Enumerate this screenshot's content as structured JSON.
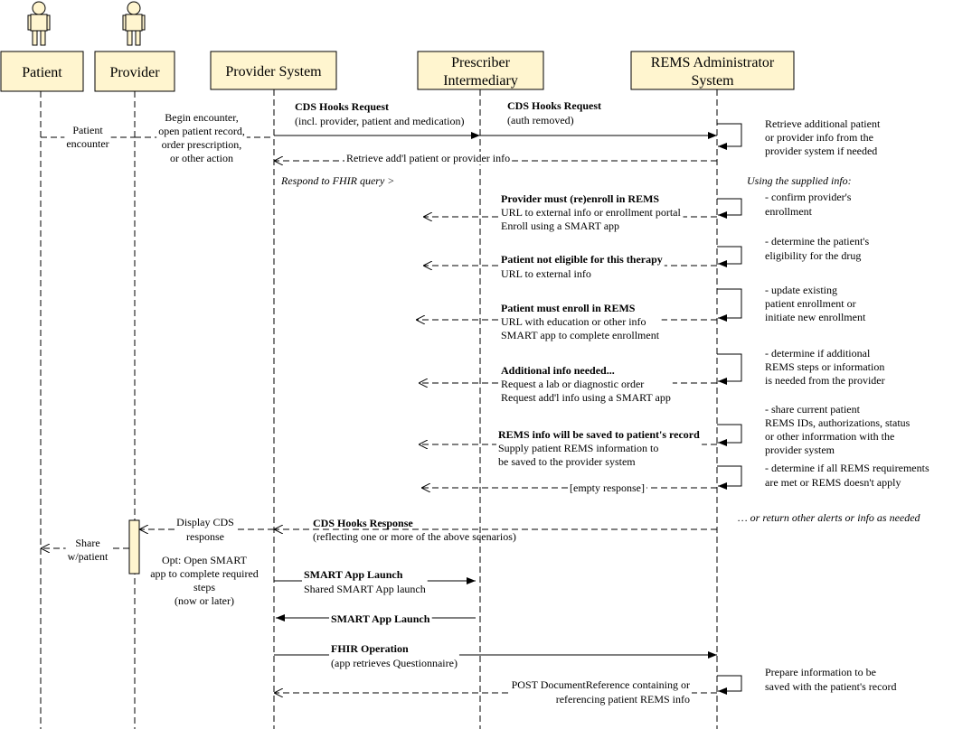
{
  "participants": [
    {
      "id": "patient",
      "label": [
        "Patient"
      ],
      "actor": true
    },
    {
      "id": "provider",
      "label": [
        "Provider"
      ],
      "actor": true
    },
    {
      "id": "provider_system",
      "label": [
        "Provider System"
      ],
      "actor": false
    },
    {
      "id": "intermediary",
      "label": [
        "Prescriber",
        "Intermediary"
      ],
      "actor": false
    },
    {
      "id": "rems",
      "label": [
        "REMS Administrator",
        "System"
      ],
      "actor": false
    }
  ],
  "messages": [
    {
      "id": "patient-encounter",
      "lines": [
        "Patient",
        "encounter"
      ]
    },
    {
      "id": "begin-encounter",
      "lines": [
        "Begin encounter,",
        "open patient record,",
        "order prescription,",
        "or other action"
      ]
    },
    {
      "id": "cds-request-1",
      "lines": [
        "CDS Hooks Request",
        "(incl. provider, patient and medication)"
      ]
    },
    {
      "id": "cds-request-2",
      "lines": [
        "CDS Hooks Request",
        "(auth removed)"
      ]
    },
    {
      "id": "retrieve-note",
      "lines": [
        "Retrieve additional patient",
        "or provider info from the",
        "provider system if needed"
      ]
    },
    {
      "id": "retrieve-addl",
      "lines": [
        "Retrieve add'l patient or provider info"
      ]
    },
    {
      "id": "respond-fhir",
      "lines": [
        "Respond to FHIR query >"
      ]
    },
    {
      "id": "using-info",
      "lines": [
        "Using the supplied info:"
      ]
    },
    {
      "id": "confirm-enroll",
      "lines": [
        "- confirm provider's",
        "enrollment"
      ]
    },
    {
      "id": "provider-enroll",
      "lines": [
        "Provider must (re)enroll in REMS",
        "URL to external info or enrollment portal",
        "Enroll using a SMART app"
      ]
    },
    {
      "id": "determine-elig",
      "lines": [
        "- determine the patient's",
        "eligibility for the drug"
      ]
    },
    {
      "id": "not-eligible",
      "lines": [
        "Patient not eligible for this therapy",
        "URL to external info"
      ]
    },
    {
      "id": "update-enroll",
      "lines": [
        "- update existing",
        "patient enrollment or",
        "initiate new enrollment"
      ]
    },
    {
      "id": "patient-enroll",
      "lines": [
        "Patient must enroll in REMS",
        "URL with education or other info",
        "SMART app to complete enrollment"
      ]
    },
    {
      "id": "determine-steps",
      "lines": [
        "- determine if additional",
        "REMS steps or information",
        "is needed from the provider"
      ]
    },
    {
      "id": "additional-info",
      "lines": [
        "Additional info needed...",
        "Request a lab or diagnostic order",
        "Request add'l info using a SMART app"
      ]
    },
    {
      "id": "share-ids",
      "lines": [
        "- share current patient",
        "REMS IDs, authorizations, status",
        "or other inforrmation with the",
        "provider system"
      ]
    },
    {
      "id": "rems-saved",
      "lines": [
        "REMS info will be saved to patient's record",
        "Supply patient REMS information to",
        "be saved to the provider system"
      ]
    },
    {
      "id": "determine-met",
      "lines": [
        "- determine if all REMS requirements",
        "are met or REMS doesn't apply"
      ]
    },
    {
      "id": "empty-response",
      "lines": [
        "[empty response]"
      ]
    },
    {
      "id": "other-alerts",
      "lines": [
        "… or return other alerts or info as needed"
      ]
    },
    {
      "id": "display-cds",
      "lines": [
        "Display CDS",
        "response"
      ]
    },
    {
      "id": "cds-response",
      "lines": [
        "CDS Hooks Response",
        "(reflecting one or more of the above scenarios)"
      ]
    },
    {
      "id": "share-patient",
      "lines": [
        "Share",
        "w/patient"
      ]
    },
    {
      "id": "opt-smart",
      "lines": [
        "Opt: Open SMART",
        "app to complete required",
        "steps",
        "(now or later)"
      ]
    },
    {
      "id": "smart-launch-1",
      "lines": [
        "SMART App Launch",
        "Shared SMART App launch"
      ]
    },
    {
      "id": "smart-launch-2",
      "lines": [
        "SMART App Launch"
      ]
    },
    {
      "id": "fhir-op",
      "lines": [
        "FHIR Operation",
        "(app retrieves Questionnaire)"
      ]
    },
    {
      "id": "prepare-info",
      "lines": [
        "Prepare information to be",
        "saved with the patient's record"
      ]
    },
    {
      "id": "post-docref",
      "lines": [
        "POST DocumentReference containing or",
        "referencing patient REMS info"
      ]
    }
  ]
}
